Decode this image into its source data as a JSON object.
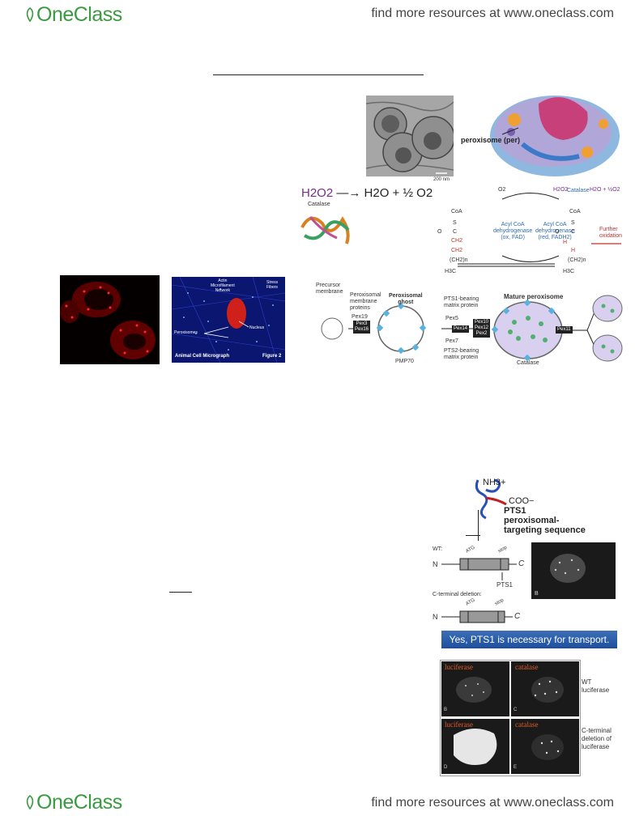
{
  "header": {
    "brand": "OneClass",
    "resources": "find more resources at www.oneclass.com"
  },
  "footer": {
    "brand": "OneClass",
    "resources": "find more resources at www.oneclass.com"
  },
  "em_figure": {
    "scale": "200 nm"
  },
  "cell_figure": {
    "label": "peroxisome (per)"
  },
  "equation": {
    "reactant": "H2O2",
    "products": "H2O + ½ O2",
    "enzyme": "Catalase"
  },
  "oxidation": {
    "o2": "O2",
    "h2o2": "H2O2",
    "catalase": "Catalase",
    "products": "H2O + ½O2",
    "enzyme_left": [
      "Acyl CoA",
      "dehydrogenase",
      "(ox, FAD)"
    ],
    "enzyme_right": [
      "Acyl CoA",
      "dehydrogenase",
      "(red, FADH2)"
    ],
    "further": [
      "Further",
      "oxidation"
    ],
    "coa": "CoA",
    "s": "S",
    "o": "O",
    "c": "C",
    "ch2": "CH2",
    "ch2n": "(CH2)n",
    "h3c": "H3C",
    "h": "H"
  },
  "micrograph": {
    "labels": [
      "Actin",
      "Microfilament",
      "Network"
    ],
    "stress": [
      "Stress",
      "Fibers"
    ],
    "nucleus": "Nucleus",
    "peroxisomes": "Peroxisomes",
    "caption": "Animal Cell Micrograph",
    "figure": "Figure 2"
  },
  "biogenesis": {
    "precursor": [
      "Precursor",
      "membrane"
    ],
    "membrane_proteins": [
      "Peroxisomal",
      "membrane",
      "proteins"
    ],
    "pex19": "Pex19",
    "pex3": "Pex3",
    "pex16": "Pex16",
    "ghost": [
      "Peroxisomal",
      "ghost"
    ],
    "pmp70": "PMP70",
    "pts1": [
      "PTS1-bearing",
      "matrix protein"
    ],
    "pex5": "Pex5",
    "pex14": "Pex14",
    "pex7": "Pex7",
    "pts2": [
      "PTS2-bearing",
      "matrix protein"
    ],
    "pex10": "Pex10",
    "pex12": "Pex12",
    "pex2": "Pex2",
    "mature": "Mature peroxisome",
    "catalase": "Catalase",
    "pex11": "Pex11"
  },
  "pts1_figure": {
    "nh3": "NH3+",
    "coo": "COO−",
    "title": [
      "PTS1",
      "peroxisomal-",
      "targeting sequence"
    ],
    "wt": "WT:",
    "n": "N",
    "c": "C",
    "atg": "ATG",
    "stop": "stop",
    "pts1": "PTS1",
    "deletion": "C-terminal deletion:",
    "panel_b": "B",
    "banner": "Yes, PTS1 is necessary for transport.",
    "luciferase": "luciferase",
    "catalase": "catalase",
    "wt_label": [
      "WT",
      "luciferase"
    ],
    "del_label": [
      "C-terminal",
      "deletion of",
      "luciferase"
    ],
    "panel_letters": [
      "B",
      "C",
      "D",
      "E"
    ]
  }
}
